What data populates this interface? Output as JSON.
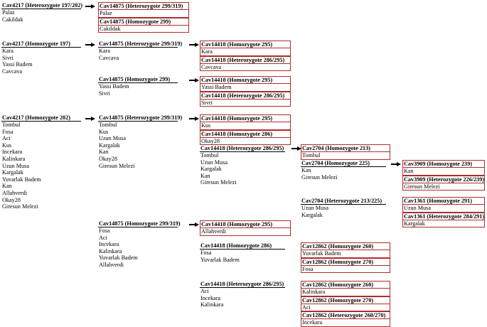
{
  "groups": [
    {
      "id": "g1",
      "boxed": false,
      "header": "Cav4217 (Heterozygote 197/202)",
      "items": [
        "Palaz",
        "Cakildak"
      ]
    },
    {
      "id": "g2",
      "boxed": true,
      "blocks": [
        {
          "header": "Cav14875 (Heterozygote 299/319)",
          "items": [
            "Palaz"
          ]
        },
        {
          "header": "Cav14875 (Homozygote 299)",
          "items": [
            "Cakildak"
          ]
        }
      ]
    },
    {
      "id": "g3",
      "boxed": false,
      "header": "Cav4217 (Homozygote 197)",
      "items": [
        "Kara",
        "Sivri",
        "Yassi Badem",
        "Cavcava"
      ]
    },
    {
      "id": "g4",
      "boxed": false,
      "header": "Cav14875 (Heterozygote 299/319)",
      "items": [
        "Kara",
        "Cavcava"
      ]
    },
    {
      "id": "g5",
      "boxed": true,
      "blocks": [
        {
          "header": "Cav14418 (Homozygote 295)",
          "items": [
            "Kara"
          ]
        },
        {
          "header": "Cav14418 (Heterozygote 286/295)",
          "items": [
            "Cavcava"
          ]
        }
      ]
    },
    {
      "id": "g6",
      "boxed": false,
      "header": "Cav14875 (Homozygote 299)",
      "items": [
        "Yassi Badem",
        "Sivri"
      ]
    },
    {
      "id": "g7",
      "boxed": true,
      "blocks": [
        {
          "header": "Cav14418 (Homozygote 295)",
          "items": [
            "Yassi Badem"
          ]
        },
        {
          "header": "Cav14418 (Heterozygote 286/295)",
          "items": [
            "Sivri"
          ]
        }
      ]
    },
    {
      "id": "g8",
      "boxed": false,
      "header": "Cav4217 (Homozygote 202)",
      "items": [
        "Tombul",
        "Fosa",
        "Aci",
        "Kus",
        "Incekara",
        "Kalinkara",
        "Uzun Musa",
        "Kargalak",
        "Yuvarlak Badem",
        "Kan",
        "Allahverdi",
        "Okay28",
        "Giresun Melezi"
      ]
    },
    {
      "id": "g9",
      "boxed": false,
      "header": "Cav14875 (Heterozygote 299/319)",
      "items": [
        "Tombul",
        "Kus",
        "Uzun Musa",
        "Kargalak",
        "Kan",
        "Okay28",
        "Giresun Melezi"
      ]
    },
    {
      "id": "g10",
      "boxed": true,
      "blocks": [
        {
          "header": "Cav14418 (Homozygote 295)",
          "items": [
            "Kus"
          ]
        },
        {
          "header": "Cav14418 (Homozygote 286)",
          "items": [
            "Okay28"
          ]
        }
      ]
    },
    {
      "id": "g11",
      "boxed": false,
      "header": "Cav14418 (Heterozygote 286/295)",
      "items": [
        "Tombul",
        "Uzun Musa",
        "Kargalak",
        "Kan",
        "Giresun Melezi"
      ]
    },
    {
      "id": "g12",
      "boxed": true,
      "blocks": [
        {
          "header": "Cav2704 (Homozygote 213)",
          "items": [
            "Tombul"
          ]
        }
      ]
    },
    {
      "id": "g13",
      "boxed": false,
      "header": "Cav2704 (Homozygote 225)",
      "items": [
        "Kan",
        "Giresun Melezi"
      ]
    },
    {
      "id": "g14",
      "boxed": true,
      "blocks": [
        {
          "header": "Cav3909 (Homozygote 239)",
          "items": [
            "Kan"
          ]
        },
        {
          "header": "Cav3909 (Heterozygote 226/239)",
          "items": [
            "Giresun Melezi"
          ]
        }
      ]
    },
    {
      "id": "g15",
      "boxed": false,
      "header": "Cav2704 (Heterozygote 213/225)",
      "items": [
        "Uzun Musa",
        "Kargalak"
      ]
    },
    {
      "id": "g16",
      "boxed": true,
      "blocks": [
        {
          "header": "Cav1361 (Homozygote 291)",
          "items": [
            "Uzun Musa"
          ]
        },
        {
          "header": "Cav1361 (Heterozygote 284/291)",
          "items": [
            "Kargalak"
          ]
        }
      ]
    },
    {
      "id": "g17",
      "boxed": false,
      "header": "Cav14875 (Homozygote 299/319)",
      "items": [
        "Fosa",
        "Aci",
        "Incekara",
        "Kalinkara",
        "Yuvarlak Badem",
        "Allahverdi"
      ]
    },
    {
      "id": "g18",
      "boxed": true,
      "blocks": [
        {
          "header": "Cav14418 (Homozygote 295)",
          "items": [
            "Allahverdi"
          ]
        }
      ]
    },
    {
      "id": "g19",
      "boxed": false,
      "header": "Cav14418 (Homozygote 286)",
      "items": [
        "Fosa",
        "Yuvarlak Badem"
      ]
    },
    {
      "id": "g20",
      "boxed": true,
      "blocks": [
        {
          "header": "Cav12862 (Homozygote 260)",
          "items": [
            "Yuvarlak Badem"
          ]
        },
        {
          "header": "Cav12862 (Homozygote 270)",
          "items": [
            "Fosa"
          ]
        }
      ]
    },
    {
      "id": "g21",
      "boxed": false,
      "header": "Cav14418 (Heterozygote 286/295)",
      "items": [
        "Aci",
        "Incekara",
        "Kalinkara"
      ]
    },
    {
      "id": "g22",
      "boxed": true,
      "blocks": [
        {
          "header": "Cav12862 (Homozygote 260)",
          "items": [
            "Kalinkara"
          ]
        },
        {
          "header": "Cav12862 (Homozygote 270)",
          "items": [
            "Aci"
          ]
        },
        {
          "header": "Cav12862 (Heterozygote 260/270)",
          "items": [
            "Incekara"
          ]
        }
      ]
    }
  ]
}
